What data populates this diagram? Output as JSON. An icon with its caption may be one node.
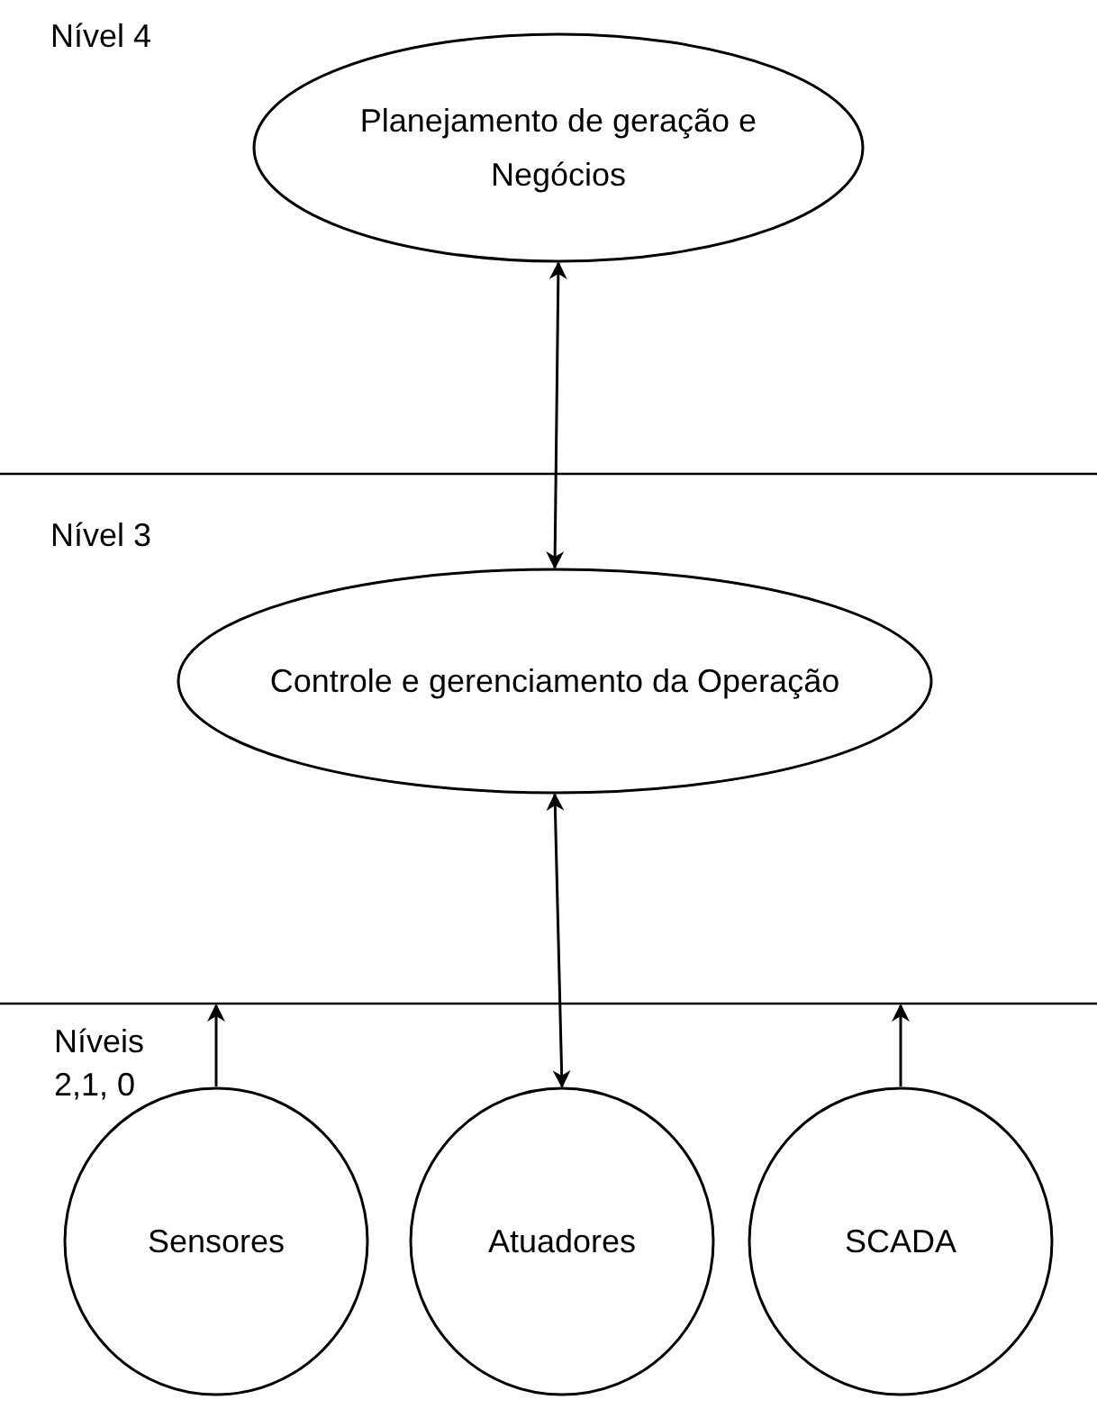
{
  "diagram": {
    "nodes": [
      {
        "text": [
          "Planejamento de geração e Negócios"
        ]
      },
      {
        "text": [
          "Controle e gerenciamento da Operação"
        ]
      },
      {
        "text": [
          "Sensores"
        ]
      },
      {
        "text": [
          "Atuadores"
        ]
      },
      {
        "text": [
          "SCADA"
        ]
      }
    ],
    "edges": [
      {
        "from": 0,
        "to": 1,
        "arrow": "both"
      },
      {
        "from": 1,
        "to": 3,
        "arrow": "both"
      },
      {
        "from": 2,
        "to": null,
        "arrow": "to"
      },
      {
        "from": 4,
        "to": null,
        "arrow": "to"
      }
    ],
    "labels": [
      "Nível 4",
      "Nível 3",
      "Níveis 2,1, 0"
    ]
  }
}
